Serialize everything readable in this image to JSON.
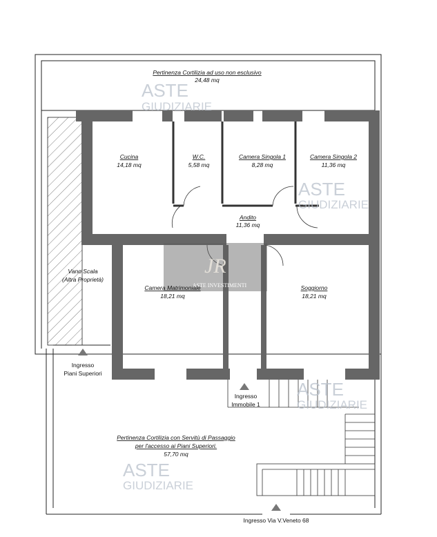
{
  "areas": {
    "courtyard_top": {
      "title": "Pertinenza Cortilizia ad uso non esclusivo",
      "area": "24,48 mq"
    },
    "kitchen": {
      "title": "Cucina",
      "area": "14,18 mq"
    },
    "wc": {
      "title": "W.C.",
      "area": "5,58 mq"
    },
    "single1": {
      "title": "Camera Singola 1",
      "area": "8,28 mq"
    },
    "single2": {
      "title": "Camera Singola 2",
      "area": "11,36 mq"
    },
    "hall": {
      "title": "Andito",
      "area": "11,36 mq"
    },
    "stair": {
      "title": "Vano Scala",
      "note": "(Altra Proprietà)"
    },
    "master": {
      "title": "Camera Matrimoniale",
      "area": "18,21 mq"
    },
    "living": {
      "title": "Soggiorno",
      "area": "18,21 mq"
    },
    "courtyard_bottom": {
      "line1": "Pertinenza Cortilizia con Servitù di Passaggio",
      "line2": "per l'accesso ai Piani Superiori.",
      "area": "57,70 mq"
    }
  },
  "entrances": {
    "upper_floors": {
      "line1": "Ingresso",
      "line2": "Piani Superiori"
    },
    "unit": {
      "line1": "Ingresso",
      "line2": "Immobile 1"
    },
    "street": {
      "label": "Ingresso Via V.Veneto 68"
    }
  },
  "watermark": {
    "brand_line1": "ASTE",
    "brand_line2": "GIUDIZIARIE",
    "center_text": "ASTE INVESTIMENTI",
    "logo_letters": "JR"
  },
  "colors": {
    "wall": "#666666",
    "line": "#222222",
    "watermark": "#b9c1cc",
    "logo_box": "#5a5a5a"
  }
}
